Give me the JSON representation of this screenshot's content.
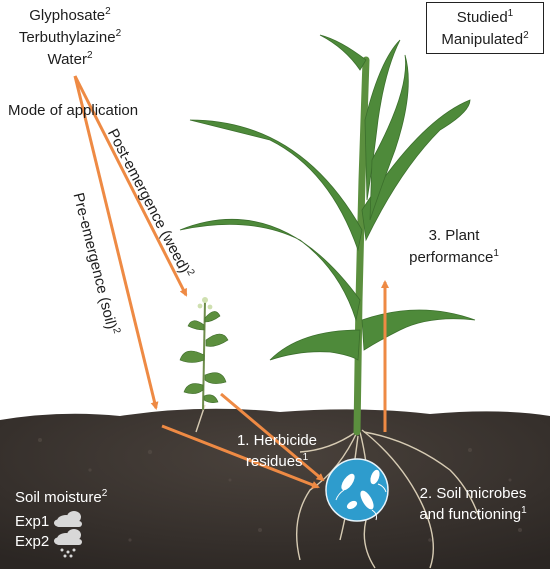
{
  "herbicides": {
    "items": [
      {
        "text": "Glyphosate",
        "sup": "2"
      },
      {
        "text": "Terbuthylazine",
        "sup": "2"
      },
      {
        "text": "Water",
        "sup": "2"
      }
    ]
  },
  "legend": {
    "studied": {
      "text": "Studied",
      "sup": "1"
    },
    "manipulated": {
      "text": "Manipulated",
      "sup": "2"
    }
  },
  "mode_of_application": "Mode of application",
  "post_emergence": {
    "text": "Post-emergence (weed)",
    "sup": "2"
  },
  "pre_emergence": {
    "text": "Pre-emergence (soil)",
    "sup": "2"
  },
  "plant_performance": {
    "line1": "3. Plant",
    "line2": "performance",
    "sup": "1"
  },
  "herbicide_residues": {
    "line1": "1. Herbicide",
    "line2": "residues",
    "sup": "1"
  },
  "soil_microbes": {
    "line1": "2. Soil microbes",
    "line2": "and functioning",
    "sup": "1"
  },
  "soil_moisture": {
    "title": "Soil moisture",
    "sup": "2",
    "exp1": "Exp1",
    "exp2": "Exp2"
  },
  "colors": {
    "arrow": "#ee8a44",
    "soil": "#3a3430",
    "microbe_circle": "#2e9ccd",
    "leaf": "#4e8a3a"
  }
}
